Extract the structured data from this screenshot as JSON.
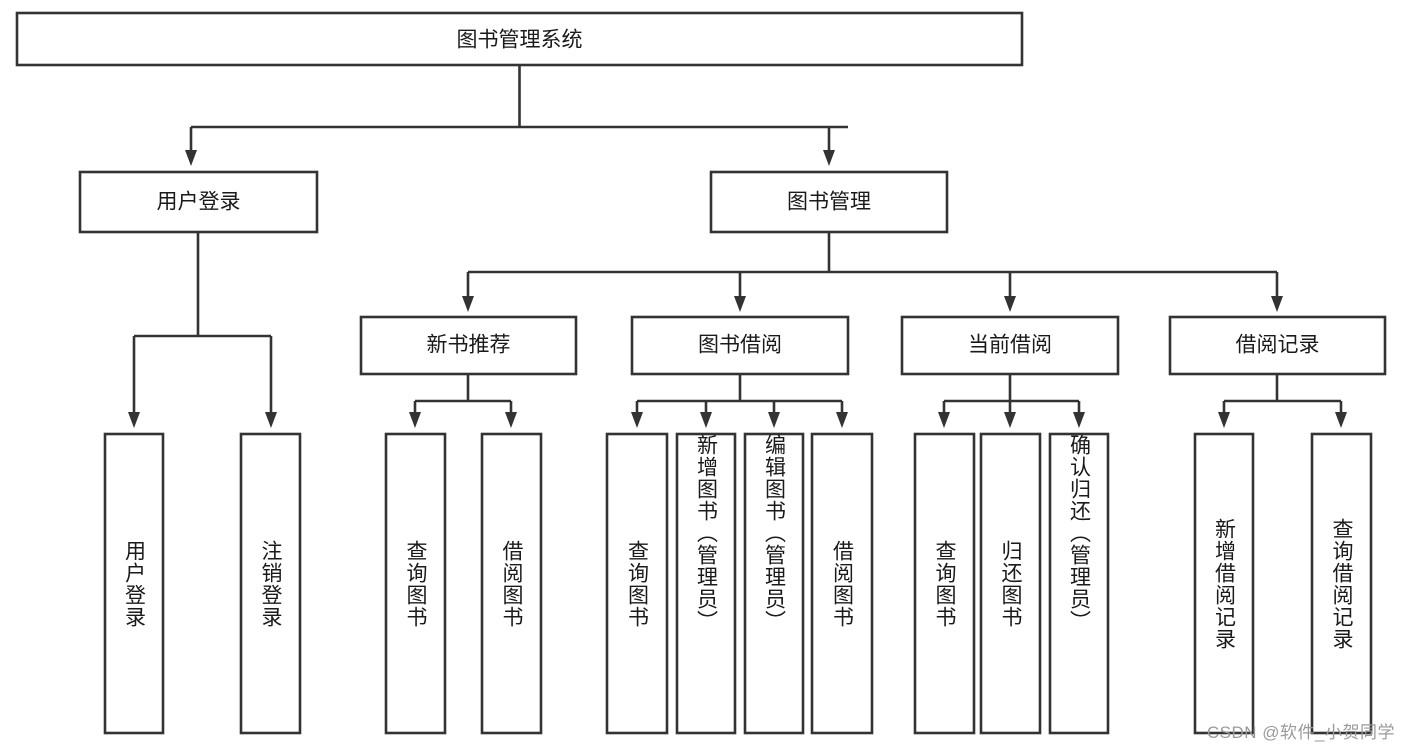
{
  "diagram": {
    "title_node": {
      "label": "图书管理系统"
    },
    "level1": [
      {
        "id": "user-login",
        "label": "用户登录"
      },
      {
        "id": "book-manage",
        "label": "图书管理"
      }
    ],
    "level2": [
      {
        "id": "new-book-recommend",
        "label": "新书推荐",
        "parent": "book-manage"
      },
      {
        "id": "book-borrow",
        "label": "图书借阅",
        "parent": "book-manage"
      },
      {
        "id": "current-borrow",
        "label": "当前借阅",
        "parent": "book-manage"
      },
      {
        "id": "borrow-record",
        "label": "借阅记录",
        "parent": "book-manage"
      }
    ],
    "leaves": [
      {
        "id": "leaf-user-login",
        "label": "用户登录",
        "parent": "user-login"
      },
      {
        "id": "leaf-logout",
        "label": "注销登录",
        "parent": "user-login"
      },
      {
        "id": "leaf-query-book-1",
        "label": "查询图书",
        "parent": "new-book-recommend"
      },
      {
        "id": "leaf-borrow-book-1",
        "label": "借阅图书",
        "parent": "new-book-recommend"
      },
      {
        "id": "leaf-query-book-2",
        "label": "查询图书",
        "parent": "book-borrow"
      },
      {
        "id": "leaf-add-book",
        "label": "新增图书（管理员）",
        "parent": "book-borrow"
      },
      {
        "id": "leaf-edit-book",
        "label": "编辑图书（管理员）",
        "parent": "book-borrow"
      },
      {
        "id": "leaf-borrow-book-2",
        "label": "借阅图书",
        "parent": "book-borrow"
      },
      {
        "id": "leaf-query-book-3",
        "label": "查询图书",
        "parent": "current-borrow"
      },
      {
        "id": "leaf-return-book",
        "label": "归还图书",
        "parent": "current-borrow"
      },
      {
        "id": "leaf-confirm-return",
        "label": "确认归还（管理员）",
        "parent": "current-borrow"
      },
      {
        "id": "leaf-add-record",
        "label": "新增借阅记录",
        "parent": "borrow-record"
      },
      {
        "id": "leaf-query-record",
        "label": "查询借阅记录",
        "parent": "borrow-record"
      }
    ],
    "watermark": "CSDN @软件_小贺同学",
    "colors": {
      "stroke": "#333333",
      "fill": "#ffffff",
      "text": "#1a1a1a",
      "watermark": "#9a9a9a"
    }
  }
}
